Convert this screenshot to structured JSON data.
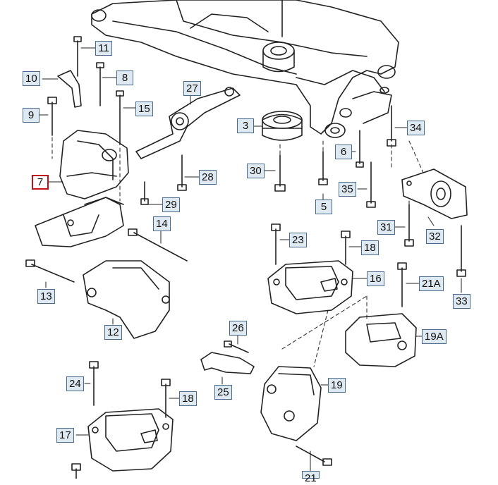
{
  "callouts": [
    {
      "id": "c11",
      "label": "11"
    },
    {
      "id": "c10",
      "label": "10"
    },
    {
      "id": "c8",
      "label": "8"
    },
    {
      "id": "c9",
      "label": "9"
    },
    {
      "id": "c15",
      "label": "15"
    },
    {
      "id": "c7",
      "label": "7",
      "highlighted": true
    },
    {
      "id": "c27",
      "label": "27"
    },
    {
      "id": "c3",
      "label": "3"
    },
    {
      "id": "c34",
      "label": "34"
    },
    {
      "id": "c6",
      "label": "6"
    },
    {
      "id": "c30",
      "label": "30"
    },
    {
      "id": "c28",
      "label": "28"
    },
    {
      "id": "c29",
      "label": "29"
    },
    {
      "id": "c35",
      "label": "35"
    },
    {
      "id": "c5",
      "label": "5"
    },
    {
      "id": "c14",
      "label": "14"
    },
    {
      "id": "c31",
      "label": "31"
    },
    {
      "id": "c32",
      "label": "32"
    },
    {
      "id": "c23",
      "label": "23"
    },
    {
      "id": "c18a",
      "label": "18"
    },
    {
      "id": "c16",
      "label": "16"
    },
    {
      "id": "c21A",
      "label": "21A"
    },
    {
      "id": "c13",
      "label": "13"
    },
    {
      "id": "c33",
      "label": "33"
    },
    {
      "id": "c19A",
      "label": "19A"
    },
    {
      "id": "c12",
      "label": "12"
    },
    {
      "id": "c26",
      "label": "26"
    },
    {
      "id": "c19",
      "label": "19"
    },
    {
      "id": "c24",
      "label": "24"
    },
    {
      "id": "c25",
      "label": "25"
    },
    {
      "id": "c18b",
      "label": "18"
    },
    {
      "id": "c17",
      "label": "17"
    },
    {
      "id": "c21",
      "label": "21"
    }
  ],
  "colors": {
    "line": "#222222",
    "callout_border": "#4a6a8a",
    "callout_fill": "#dfe9f1",
    "highlight_border": "#c0101a"
  }
}
